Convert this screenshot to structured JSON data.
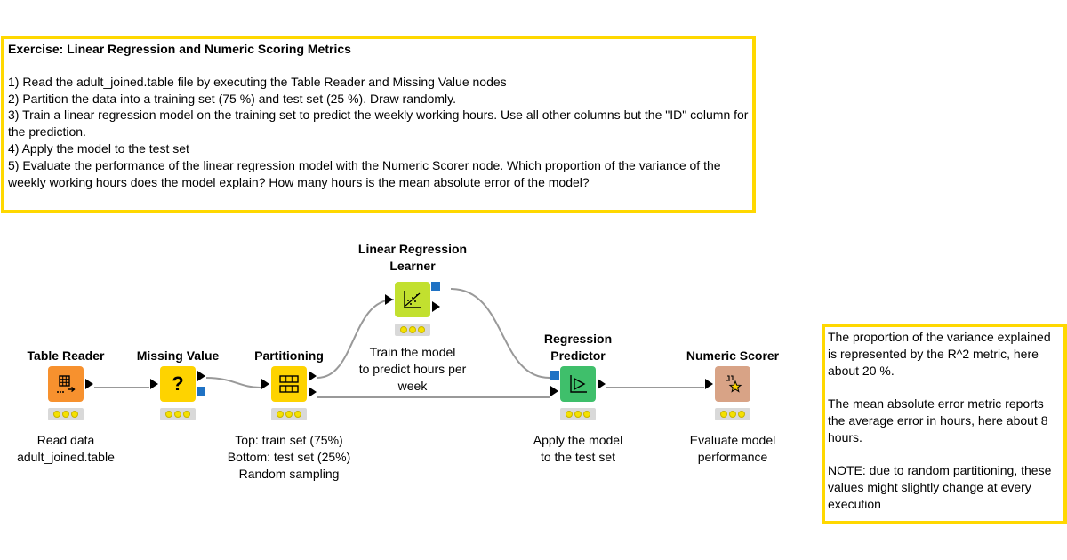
{
  "exercise": {
    "title": "Exercise: Linear Regression and Numeric Scoring Metrics",
    "steps": [
      "1) Read the adult_joined.table file by executing the Table Reader and Missing Value nodes",
      "2) Partition the data into a training set (75 %) and test set (25 %). Draw randomly.",
      "3) Train a linear regression model on the training set to predict the weekly working hours. Use all other columns but the \"ID\" column for the prediction.",
      "4) Apply the model to the test set",
      "5) Evaluate the performance of the linear regression model with the Numeric Scorer node. Which proportion of the variance of the weekly working hours does the model explain? How many hours is the mean absolute error of the model?"
    ]
  },
  "results": {
    "paragraphs": [
      "The proportion of the variance explained is represented by the R^2 metric, here  about 20 %.",
      "The mean absolute error metric reports the average error in hours, here about 8 hours.",
      "NOTE: due to random partitioning, these values might slightly change at every execution"
    ]
  },
  "nodes": {
    "table_reader": {
      "title": "Table Reader",
      "description": "Read data\nadult_joined.table",
      "color": "#f7912e",
      "icon": "table-grid-icon"
    },
    "missing_value": {
      "title": "Missing Value",
      "description": "",
      "color": "#fed300",
      "icon": "question-mark-icon",
      "glyph": "?"
    },
    "partitioning": {
      "title": "Partitioning",
      "description": "Top: train set (75%)\nBottom: test set (25%)\nRandom sampling",
      "color": "#fed300",
      "icon": "partition-icon"
    },
    "linear_regression_learner": {
      "title": "Linear Regression\nLearner",
      "description": "Train the model\nto predict hours per week",
      "color": "#c2e02f",
      "icon": "regression-chart-icon"
    },
    "regression_predictor": {
      "title": "Regression\nPredictor",
      "description": "Apply the model\nto the test set",
      "color": "#3fbf6b",
      "icon": "predictor-play-icon"
    },
    "numeric_scorer": {
      "title": "Numeric Scorer",
      "description": "Evaluate model\nperformance",
      "color": "#d8a386",
      "icon": "scorer-star-icon"
    }
  },
  "colors": {
    "annotation_border": "#ffd800",
    "connection": "#999999",
    "model_port": "#1f72c4",
    "status_light": "#f5e100"
  }
}
